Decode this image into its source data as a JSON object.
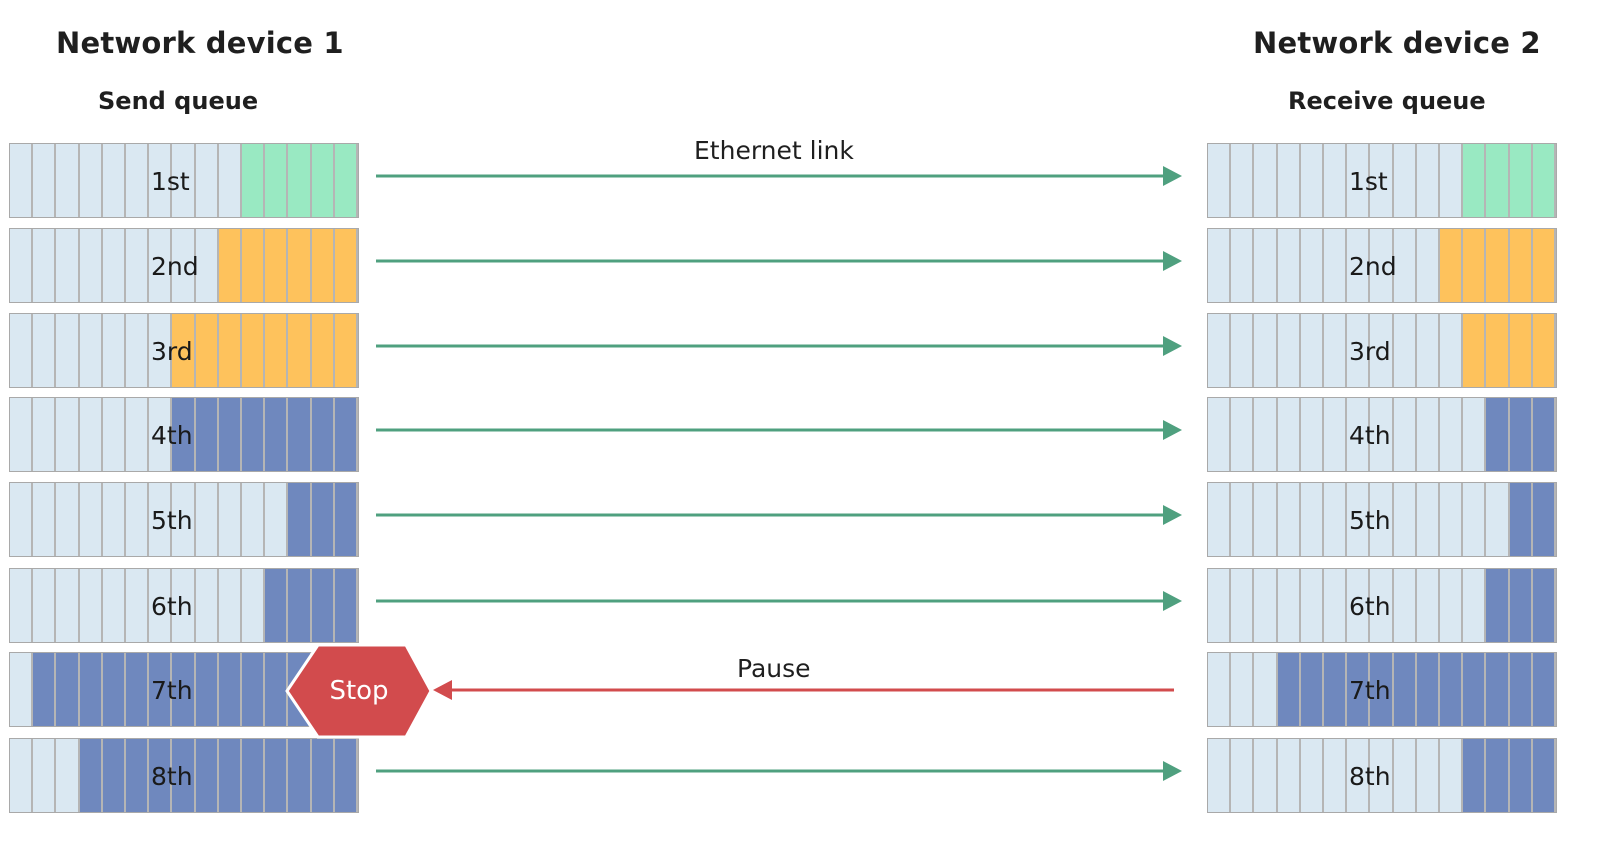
{
  "device1": {
    "title": "Network device 1",
    "queue_label": "Send queue"
  },
  "device2": {
    "title": "Network device 2",
    "queue_label": "Receive queue"
  },
  "links": {
    "ethernet_label": "Ethernet link",
    "pause_label": "Pause",
    "stop_label": "Stop"
  },
  "colors": {
    "empty": "#dae8f2",
    "green": "#99e9c2",
    "orange": "#fec25c",
    "blue": "#6f88be",
    "forward_arrow": "#4fa07f",
    "pause_arrow": "#d24b4d",
    "stop_sign": "#d24b4d"
  },
  "cells_per_queue": 15,
  "queues": [
    {
      "label": "1st",
      "color": "green",
      "send_filled": 5,
      "receive_filled": 4,
      "link": "forward"
    },
    {
      "label": "2nd",
      "color": "orange",
      "send_filled": 6,
      "receive_filled": 5,
      "link": "forward"
    },
    {
      "label": "3rd",
      "color": "orange",
      "send_filled": 8,
      "receive_filled": 4,
      "link": "forward"
    },
    {
      "label": "4th",
      "color": "blue",
      "send_filled": 8,
      "receive_filled": 3,
      "link": "forward"
    },
    {
      "label": "5th",
      "color": "blue",
      "send_filled": 3,
      "receive_filled": 2,
      "link": "forward"
    },
    {
      "label": "6th",
      "color": "blue",
      "send_filled": 4,
      "receive_filled": 3,
      "link": "forward"
    },
    {
      "label": "7th",
      "color": "blue",
      "send_filled": 14,
      "receive_filled": 12,
      "link": "pause"
    },
    {
      "label": "8th",
      "color": "blue",
      "send_filled": 12,
      "receive_filled": 4,
      "link": "forward"
    }
  ]
}
